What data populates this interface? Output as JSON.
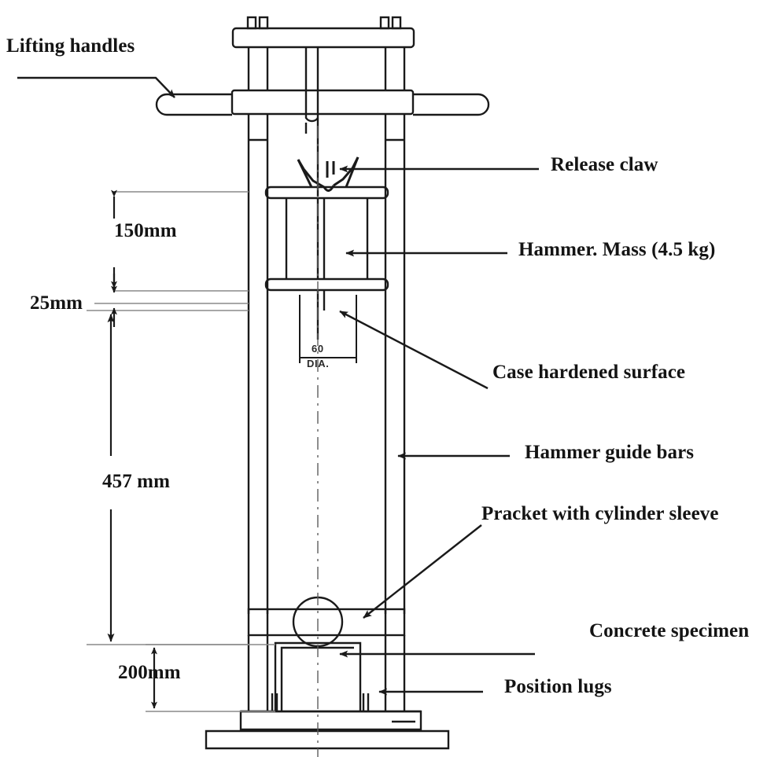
{
  "figure": {
    "kind": "engineering-line-drawing",
    "subject": "Compaction hammer apparatus (vibrating hammer / drop hammer test rig)",
    "ink_color": "#1a1a1a",
    "background_color": "#ffffff"
  },
  "callouts": {
    "lifting_handles": "Lifting handles",
    "release_claw": "Release claw",
    "hammer_mass": "Hammer. Mass (4.5 kg)",
    "case_hardened_surface": "Case hardened surface",
    "hammer_guide_bars": "Hammer guide bars",
    "bracket_with_sleeve": "Pracket  with cylinder sleeve",
    "concrete_specimen": "Concrete specimen",
    "position_lugs": "Position lugs"
  },
  "dimensions": {
    "drop_height": "150mm",
    "plate_gap": "25mm",
    "guide_length": "457 mm",
    "specimen_height": "200mm",
    "bore_diameter_value": "60",
    "bore_diameter_unit": "DIA."
  }
}
